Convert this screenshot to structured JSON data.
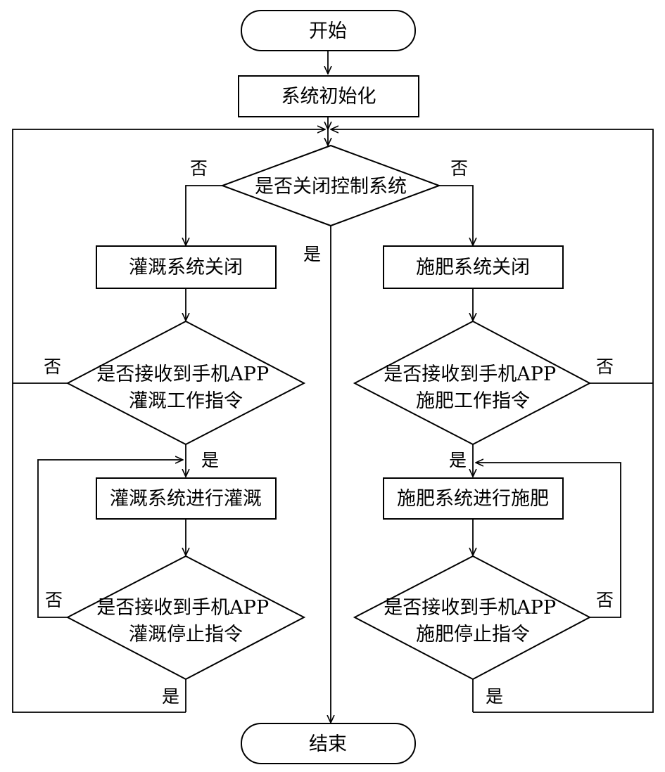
{
  "nodes": {
    "start": "开始",
    "init": "系统初始化",
    "decision_close": "是否关闭控制系统",
    "irrigation_off": "灌溉系统关闭",
    "fertilization_off": "施肥系统关闭",
    "irrigation_work_cmd": [
      "是否接收到手机APP",
      "灌溉工作指令"
    ],
    "fertilization_work_cmd": [
      "是否接收到手机APP",
      "施肥工作指令"
    ],
    "irrigation_run": "灌溉系统进行灌溉",
    "fertilization_run": "施肥系统进行施肥",
    "irrigation_stop_cmd": [
      "是否接收到手机APP",
      "灌溉停止指令"
    ],
    "fertilization_stop_cmd": [
      "是否接收到手机APP",
      "施肥停止指令"
    ],
    "end": "结束"
  },
  "labels": {
    "yes": "是",
    "no": "否"
  },
  "colors": {
    "stroke": "#000000",
    "fill": "#ffffff"
  }
}
